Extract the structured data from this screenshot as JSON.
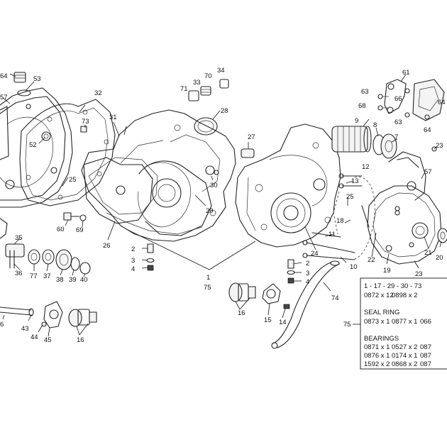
{
  "diagram": {
    "callouts": [
      "64",
      "53",
      "57",
      "52",
      "73",
      "31",
      "32",
      "25",
      "33",
      "71",
      "70",
      "34",
      "28",
      "27",
      "9",
      "8",
      "7",
      "61",
      "63",
      "66",
      "68",
      "63",
      "64",
      "64",
      "23",
      "12",
      "57",
      "13",
      "25",
      "18",
      "11",
      "24",
      "22",
      "21",
      "19",
      "20",
      "23",
      "10",
      "35",
      "36",
      "77",
      "37",
      "38",
      "39",
      "40",
      "60",
      "69",
      "26",
      "2",
      "3",
      "4",
      "1",
      "75",
      "29",
      "30",
      "2",
      "3",
      "4",
      "16",
      "15",
      "14",
      "74",
      "75",
      "44",
      "45",
      "43",
      "16",
      "6"
    ],
    "kit_table": {
      "header": "1 - 17 - 29 - 30 - 73",
      "row_top": [
        "0872 x 12",
        "0898 x 2"
      ],
      "seal_title": "SEAL RING",
      "seal_row": [
        "0873 x 1",
        "0877 x 1",
        "066"
      ],
      "bearings_title": "BEARINGS",
      "bearings_rows": [
        [
          "0871 x 1",
          "0527 x 2",
          "087"
        ],
        [
          "0876 x 1",
          "0174 x 1",
          "087"
        ],
        [
          "1592 x 2",
          "0868 x 2",
          "087"
        ]
      ]
    }
  }
}
